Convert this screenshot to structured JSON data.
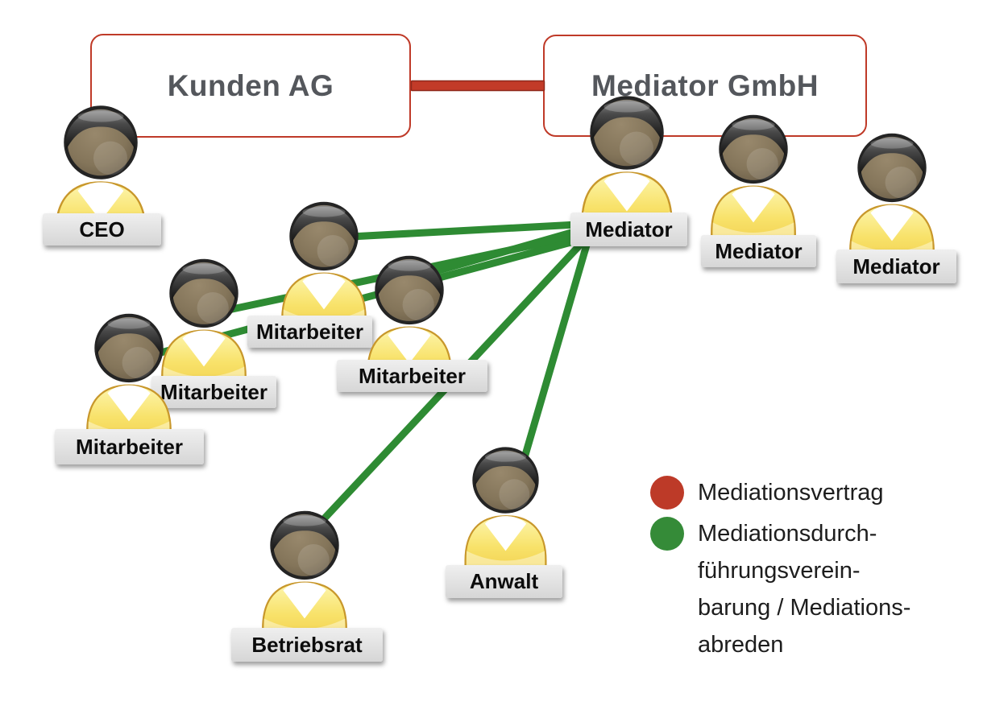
{
  "boxes": {
    "kunden": {
      "label": "Kunden AG"
    },
    "mediator": {
      "label": "Mediator GmbH"
    }
  },
  "persons": [
    {
      "id": "ceo",
      "label": "CEO"
    },
    {
      "id": "mitarbeiter-1",
      "label": "Mitarbeiter"
    },
    {
      "id": "mitarbeiter-2",
      "label": "Mitarbeiter"
    },
    {
      "id": "mitarbeiter-3",
      "label": "Mitarbeiter"
    },
    {
      "id": "mitarbeiter-4",
      "label": "Mitarbeiter"
    },
    {
      "id": "mediator-1",
      "label": "Mediator"
    },
    {
      "id": "mediator-2",
      "label": "Mediator"
    },
    {
      "id": "mediator-3",
      "label": "Mediator"
    },
    {
      "id": "anwalt",
      "label": "Anwalt"
    },
    {
      "id": "betriebsrat",
      "label": "Betriebsrat"
    }
  ],
  "colors": {
    "mediationsvertrag": "#c23b28",
    "mediationsvertrag_border": "#8e2a1c",
    "mediationsabreden": "#2e8b33",
    "box_border": "#bf3a28"
  },
  "connections": {
    "mediationsvertrag": [
      {
        "from": "Kunden AG",
        "to": "Mediator GmbH"
      }
    ],
    "mediationsabreden": [
      {
        "from": "Mediator",
        "to": "Mitarbeiter"
      },
      {
        "from": "Mediator",
        "to": "Mitarbeiter"
      },
      {
        "from": "Mediator",
        "to": "Mitarbeiter"
      },
      {
        "from": "Mediator",
        "to": "Mitarbeiter"
      },
      {
        "from": "Mediator",
        "to": "Betriebsrat"
      },
      {
        "from": "Mediator",
        "to": "Anwalt"
      }
    ]
  },
  "legend": {
    "items": [
      {
        "color": "#bd3a28",
        "label": "Mediationsvertrag"
      },
      {
        "color": "#358b38",
        "lines": [
          "Mediationsdurch-",
          "führungsverein-",
          "barung / Mediations-",
          "abreden"
        ]
      }
    ]
  }
}
